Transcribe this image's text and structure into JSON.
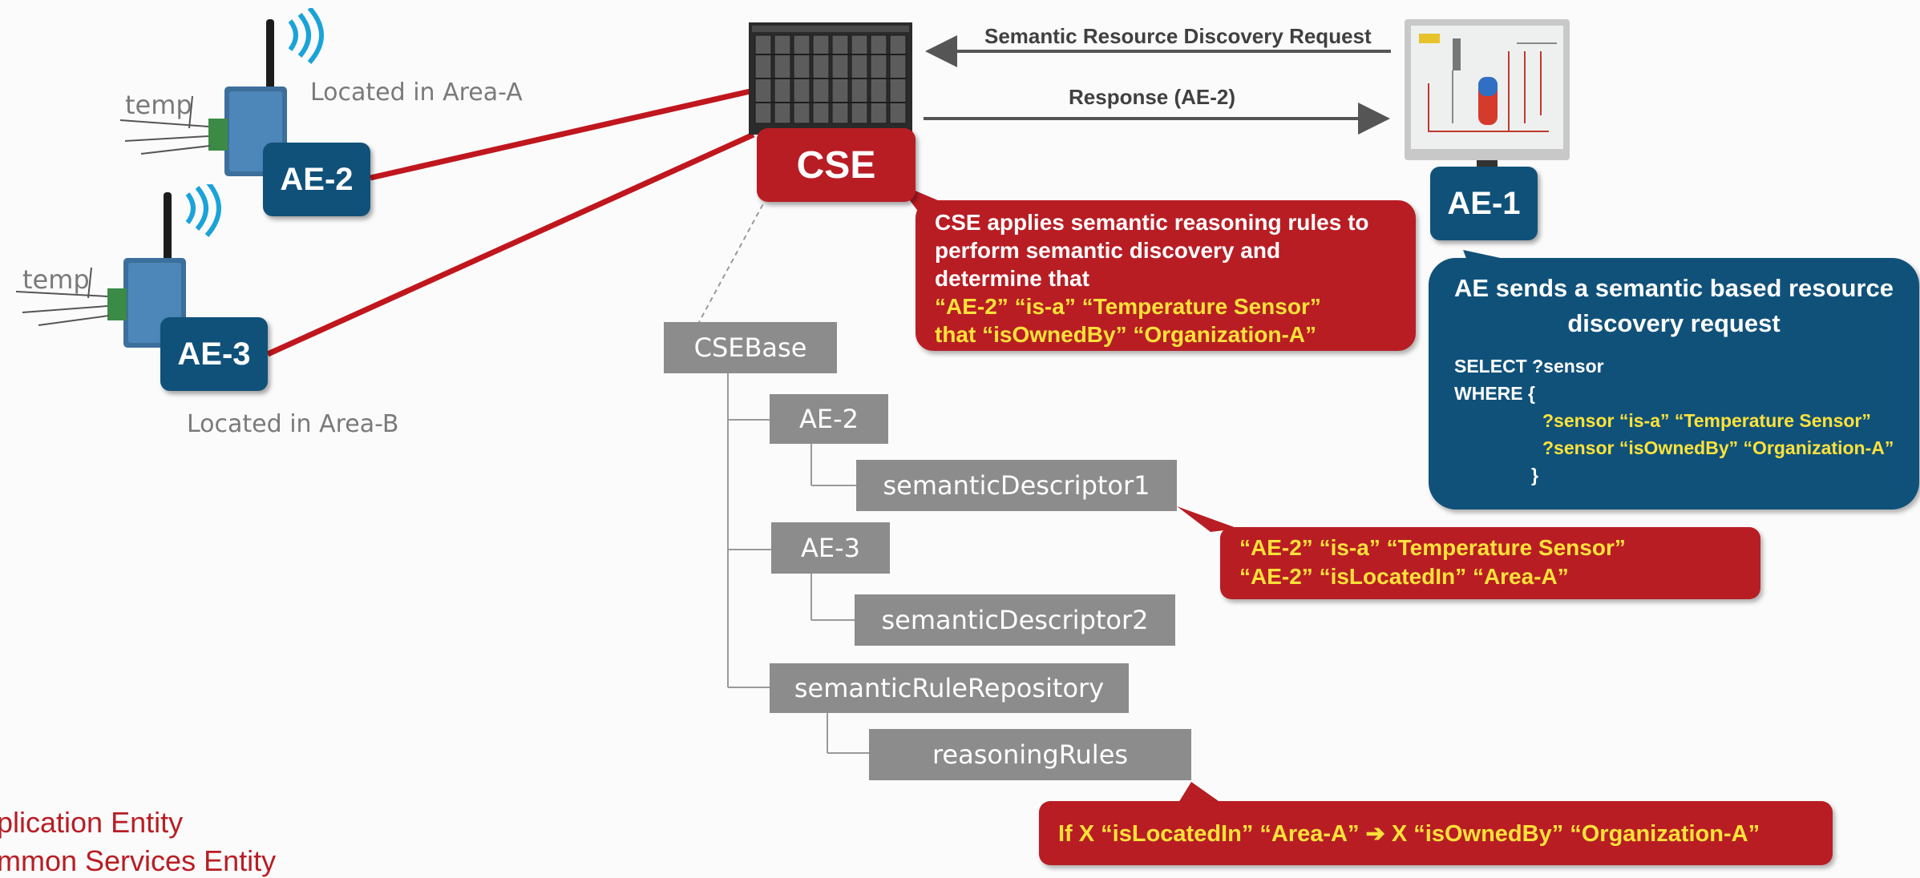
{
  "devices": {
    "ae2": {
      "label": "AE-2",
      "sensor_label": "temp",
      "location": "Located in Area-A"
    },
    "ae3": {
      "label": "AE-3",
      "sensor_label": "temp",
      "location": "Located in Area-B"
    }
  },
  "cse": {
    "label": "CSE"
  },
  "ae1": {
    "label": "AE-1"
  },
  "arrows": {
    "request": "Semantic Resource Discovery Request",
    "response": "Response (AE-2)"
  },
  "cse_callout": {
    "lines": [
      "CSE applies semantic reasoning rules to",
      "perform semantic discovery and",
      "determine that"
    ],
    "highlight": [
      "“AE-2” “is-a”  “Temperature Sensor”",
      "that “isOwnedBy”  “Organization-A”"
    ]
  },
  "ae1_callout": {
    "title": [
      "AE sends a semantic based resource",
      "discovery request"
    ],
    "query": [
      "SELECT ?sensor",
      "WHERE {"
    ],
    "clauses": [
      "?sensor  “is-a”   “Temperature Sensor”",
      "?sensor “isOwnedBy”  “Organization-A”"
    ],
    "close": "}"
  },
  "tree": {
    "root": "CSEBase",
    "ae2": "AE-2",
    "sd1": "semanticDescriptor1",
    "ae3": "AE-3",
    "sd2": "semanticDescriptor2",
    "repo": "semanticRuleRepository",
    "rules": "reasoningRules"
  },
  "descriptor_callout": {
    "lines": [
      "“AE-2”  “is-a”  “Temperature Sensor”",
      "“AE-2”   “isLocatedIn”  “Area-A”"
    ]
  },
  "rule_callout": {
    "text": "If X “isLocatedIn” “Area-A” ➔ X “isOwnedBy” “Organization-A”"
  },
  "legend": [
    "plication Entity",
    "mmon Services Entity"
  ],
  "colors": {
    "red": "#b81d24",
    "blue": "#10517a",
    "gray": "#8c8c8c",
    "yellow": "#ffe23a"
  }
}
